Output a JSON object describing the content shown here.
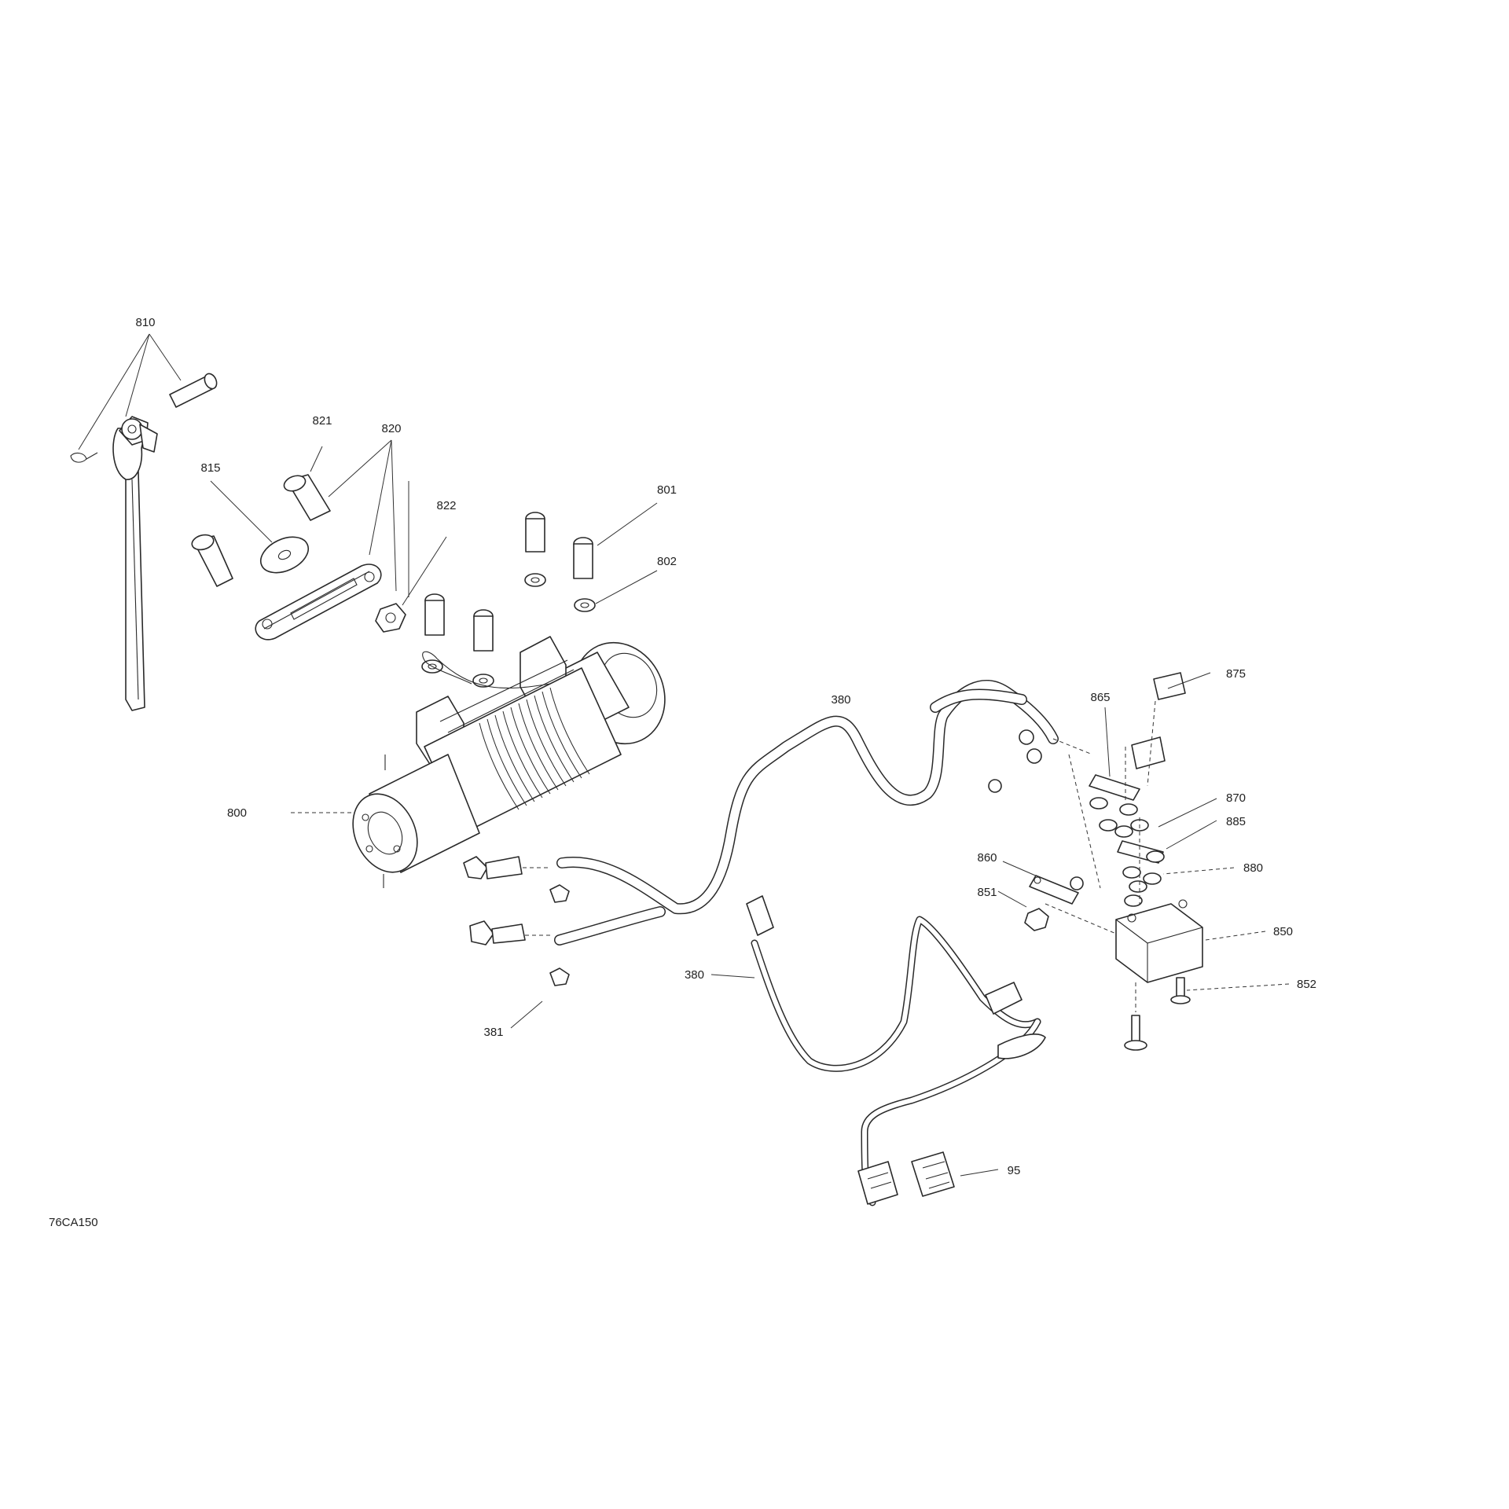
{
  "diagram": {
    "drawing_code": "76CA150",
    "callouts": {
      "c810": "810",
      "c821": "821",
      "c820": "820",
      "c815": "815",
      "c822": "822",
      "c801": "801",
      "c802": "802",
      "c800": "800",
      "c380a": "380",
      "c380b": "380",
      "c381": "381",
      "c875": "875",
      "c865": "865",
      "c870": "870",
      "c885": "885",
      "c880": "880",
      "c860": "860",
      "c851": "851",
      "c850": "850",
      "c852": "852",
      "c95": "95"
    }
  }
}
